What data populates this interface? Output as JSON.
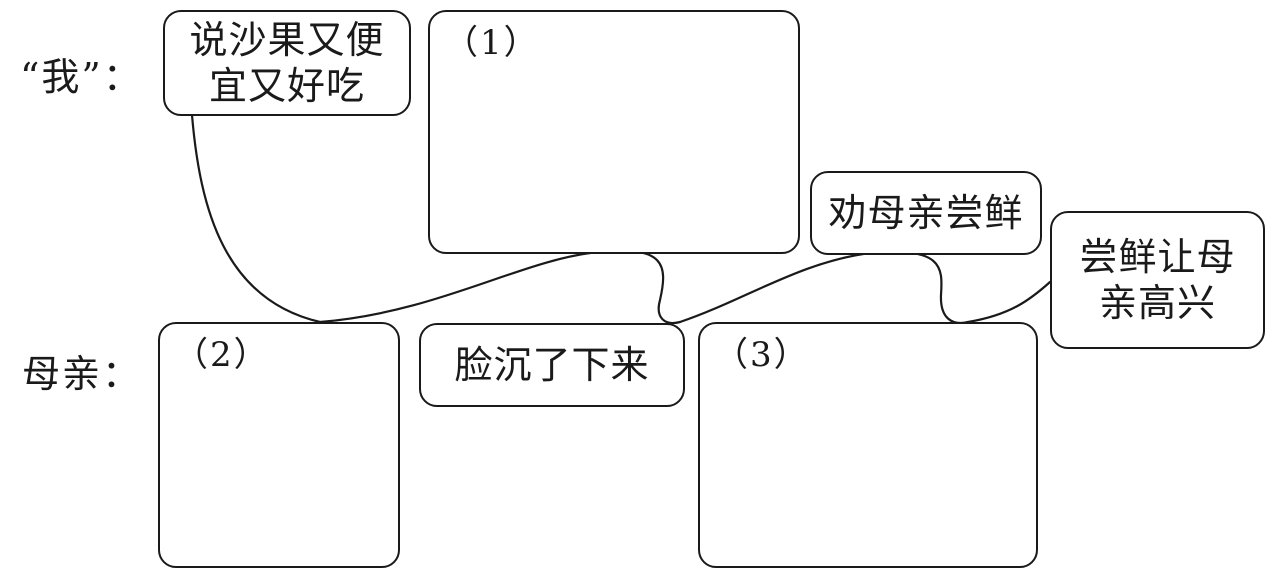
{
  "rows": {
    "me_label": "“我”：",
    "mother_label": "母亲："
  },
  "boxes": {
    "claim": "说沙果又便宜又好吃",
    "blank1": "（1）",
    "urge": "劝母亲尝鲜",
    "taste_happy": "尝鲜让母亲高兴",
    "blank2": "（2）",
    "face_down": "脸沉了下来",
    "blank3": "（3）"
  }
}
